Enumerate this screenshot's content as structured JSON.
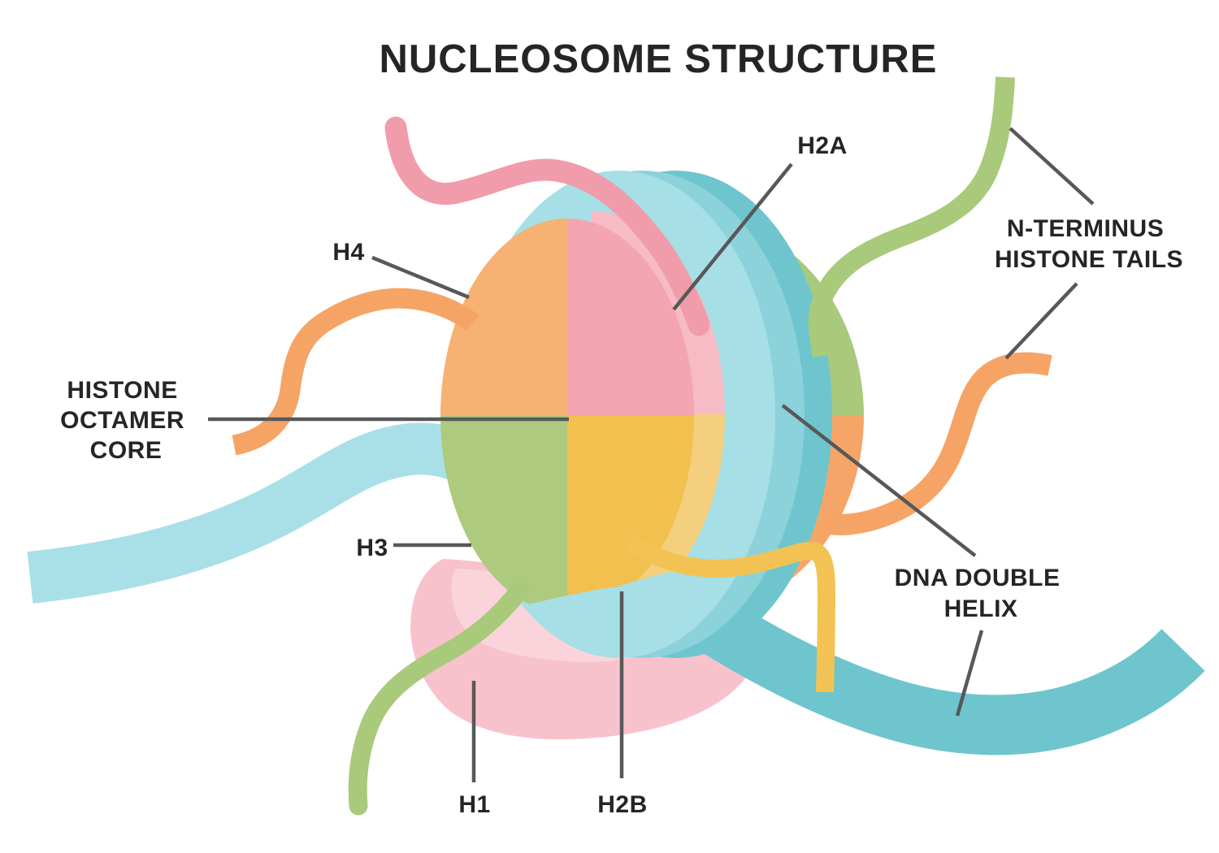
{
  "title": "NUCLEOSOME STRUCTURE",
  "labels": {
    "h2a": "H2A",
    "h4": "H4",
    "h3": "H3",
    "h1": "H1",
    "h2b": "H2B",
    "octamer_core_line1": "HISTONE",
    "octamer_core_line2": "OCTAMER",
    "octamer_core_line3": "CORE",
    "n_terminus_line1": "N-TERMINUS",
    "n_terminus_line2": "HISTONE TAILS",
    "dna_line1": "DNA DOUBLE",
    "dna_line2": "HELIX"
  },
  "palette": {
    "background": "#FFFFFF",
    "label_text": "#272425",
    "leader_line": "#58585A",
    "dna_ribbon_light": "#A9E0E8",
    "dna_ribbon_dark": "#6EC5CE",
    "disc_light": "#A6DFE5",
    "disc_mid": "#8CD2DA",
    "disc_dark": "#6EC5CE",
    "disc_back_green": "#A9C97D",
    "disc_back_orange": "#F5A568",
    "h4_orange": "#F7B172",
    "h2a_pink": "#F4A5B2",
    "h3_green": "#ADCA7F",
    "h2b_yellow": "#F1C04F",
    "h2a_pink_side": "#F7BBC5",
    "h2b_yellow_side": "#F4CF7D",
    "h1_linker": "#F8C2CC",
    "h1_linker_light": "#FBD4DB",
    "tail_pink": "#F19CAA",
    "tail_green": "#A9CA7B",
    "tail_orange": "#F5A466",
    "tail_yellow": "#F2C354"
  }
}
